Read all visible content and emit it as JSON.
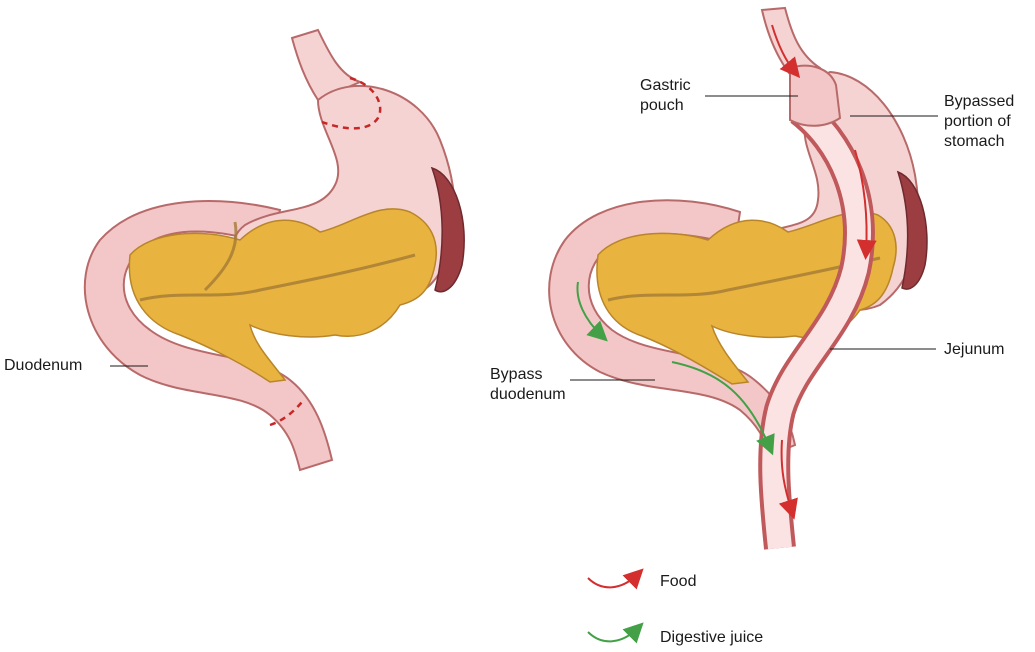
{
  "labels": {
    "duodenum": "Duodenum",
    "gastric_pouch": [
      "Gastric",
      "pouch"
    ],
    "bypassed_stomach": [
      "Bypassed",
      "portion of",
      "stomach"
    ],
    "jejunum": "Jejunum",
    "bypass_duodenum": [
      "Bypass",
      "duodenum"
    ]
  },
  "legend": [
    {
      "label": "Food",
      "color": "#d32f2f",
      "icon": "red-curved-arrow-icon"
    },
    {
      "label": "Digestive juice",
      "color": "#43a047",
      "icon": "green-curved-arrow-icon"
    }
  ],
  "colors": {
    "stomach_fill": "#f6d3d3",
    "stomach_outline": "#b86a6a",
    "pancreas": "#e9b33f",
    "spleen": "#9c3d42",
    "food_arrow": "#d32f2f",
    "juice_arrow": "#43a047"
  }
}
